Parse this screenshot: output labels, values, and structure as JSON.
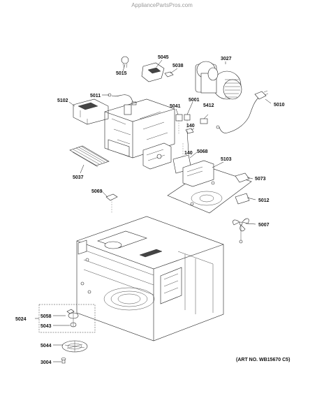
{
  "watermark": "AppliancePartsPros.com",
  "art_number": "(ART NO. WB15670 C5)",
  "callouts": {
    "c3027": "3027",
    "c5045": "5045",
    "c5038": "5038",
    "c5015": "5015",
    "c5011": "5011",
    "c5102": "5102",
    "c5041": "5041",
    "c5001": "5001",
    "c5412": "5412",
    "c5010": "5010",
    "c140a": "140",
    "c140b": "140",
    "c5068": "5068",
    "c5103": "5103",
    "c5037": "5037",
    "c5073": "5073",
    "c5069": "5069",
    "c5012": "5012",
    "c5007": "5007",
    "c5024": "5024",
    "c5058": "5058",
    "c5043": "5043",
    "c5044": "5044",
    "c3004": "3004"
  }
}
